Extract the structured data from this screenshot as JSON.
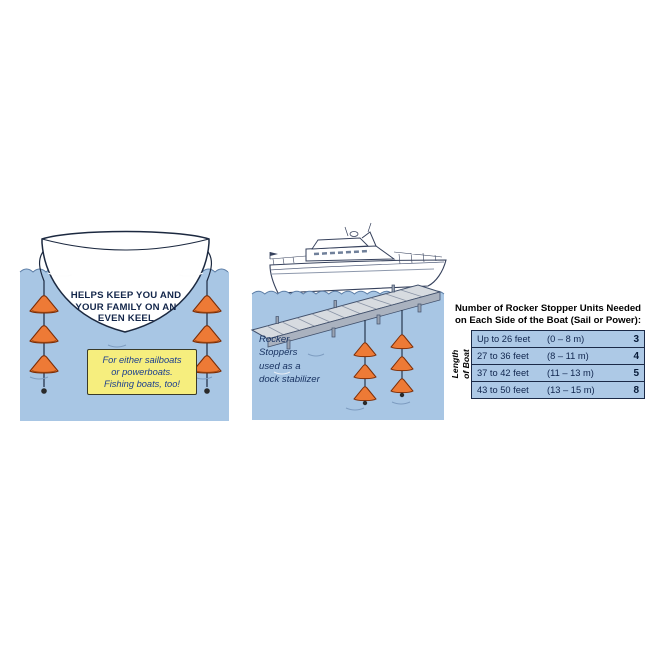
{
  "left_panel": {
    "headline": "HELPS KEEP YOU AND\nYOUR FAMILY ON AN\nEVEN KEEL",
    "callout": "For either sailboats\nor powerboats.\nFishing boats, too!"
  },
  "middle_panel": {
    "caption": "Rocker\nStoppers\nused as a\ndock stabilizer"
  },
  "units_table": {
    "title_line1": "Number of Rocker Stopper Units Needed",
    "title_line2": "on Each Side of the Boat (Sail or Power):",
    "side_label": "Length\nof Boat",
    "rows": [
      {
        "range": "Up to 26 feet",
        "metric": "(0 – 8 m)",
        "units": "3"
      },
      {
        "range": "27 to 36 feet",
        "metric": "(8 – 11 m)",
        "units": "4"
      },
      {
        "range": "37 to 42 feet",
        "metric": "(11 – 13 m)",
        "units": "5"
      },
      {
        "range": "43 to 50 feet",
        "metric": "(13 – 15 m)",
        "units": "8"
      }
    ]
  },
  "colors": {
    "water": "#a8c6e4",
    "cone_orange": "#ed7a36",
    "cone_outline": "#7c2d06",
    "callout_yellow": "#f6ee7e",
    "table_row_blue": "#adc9e6",
    "navy_text": "#13264a"
  }
}
